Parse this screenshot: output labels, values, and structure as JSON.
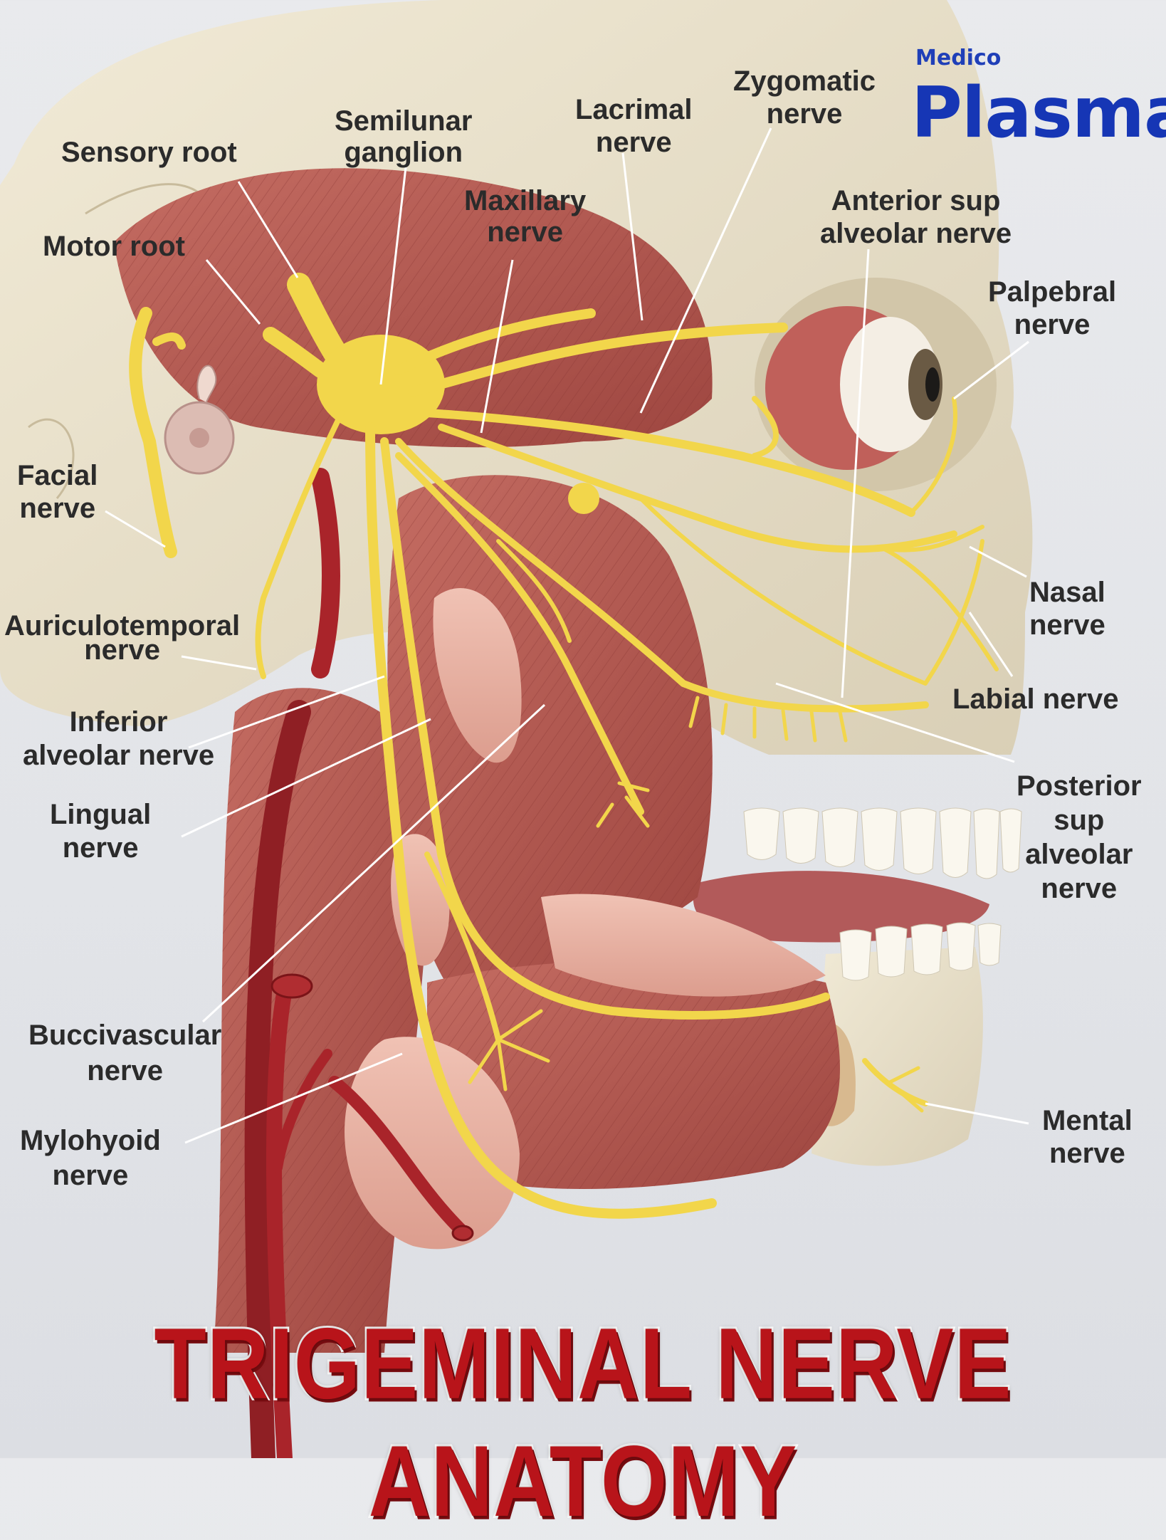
{
  "brand": {
    "top": "Medico",
    "name": "Plasma"
  },
  "title": "TRIGEMINAL NERVE ANATOMY",
  "labels": {
    "sensory_root": [
      "Sensory root"
    ],
    "semilunar_ganglion": [
      "Semilunar",
      "ganglion"
    ],
    "maxillary_nerve": [
      "Maxillary",
      "nerve"
    ],
    "lacrimal_nerve": [
      "Lacrimal",
      "nerve"
    ],
    "zygomatic_nerve": [
      "Zygomatic",
      "nerve"
    ],
    "motor_root": [
      "Motor root"
    ],
    "anterior_sup_alveolar_nerve": [
      "Anterior sup",
      "alveolar nerve"
    ],
    "palpebral_nerve": [
      "Palpebral",
      "nerve"
    ],
    "facial_nerve": [
      "Facial",
      "nerve"
    ],
    "nasal_nerve": [
      "Nasal",
      "nerve"
    ],
    "auriculotemporal_nerve": [
      "Auriculotemporal",
      "nerve"
    ],
    "labial_nerve": [
      "Labial nerve"
    ],
    "inferior_alveolar_nerve": [
      "Inferior",
      "alveolar nerve"
    ],
    "lingual_nerve": [
      "Lingual",
      "nerve"
    ],
    "posterior_sup_alveolar_nerve": [
      "Posterior",
      "sup",
      "alveolar",
      "nerve"
    ],
    "buccivascular_nerve": [
      "Buccivascular",
      "nerve"
    ],
    "mylohyoid_nerve": [
      "Mylohyoid",
      "nerve"
    ],
    "mental_nerve": [
      "Mental",
      "nerve"
    ]
  },
  "colors": {
    "nerve": "#f2d64b",
    "muscle": "#b85a52",
    "bone": "#e9e2cf",
    "artery": "#a9242a",
    "title": "#b8141a",
    "brand": "#1636b5"
  }
}
